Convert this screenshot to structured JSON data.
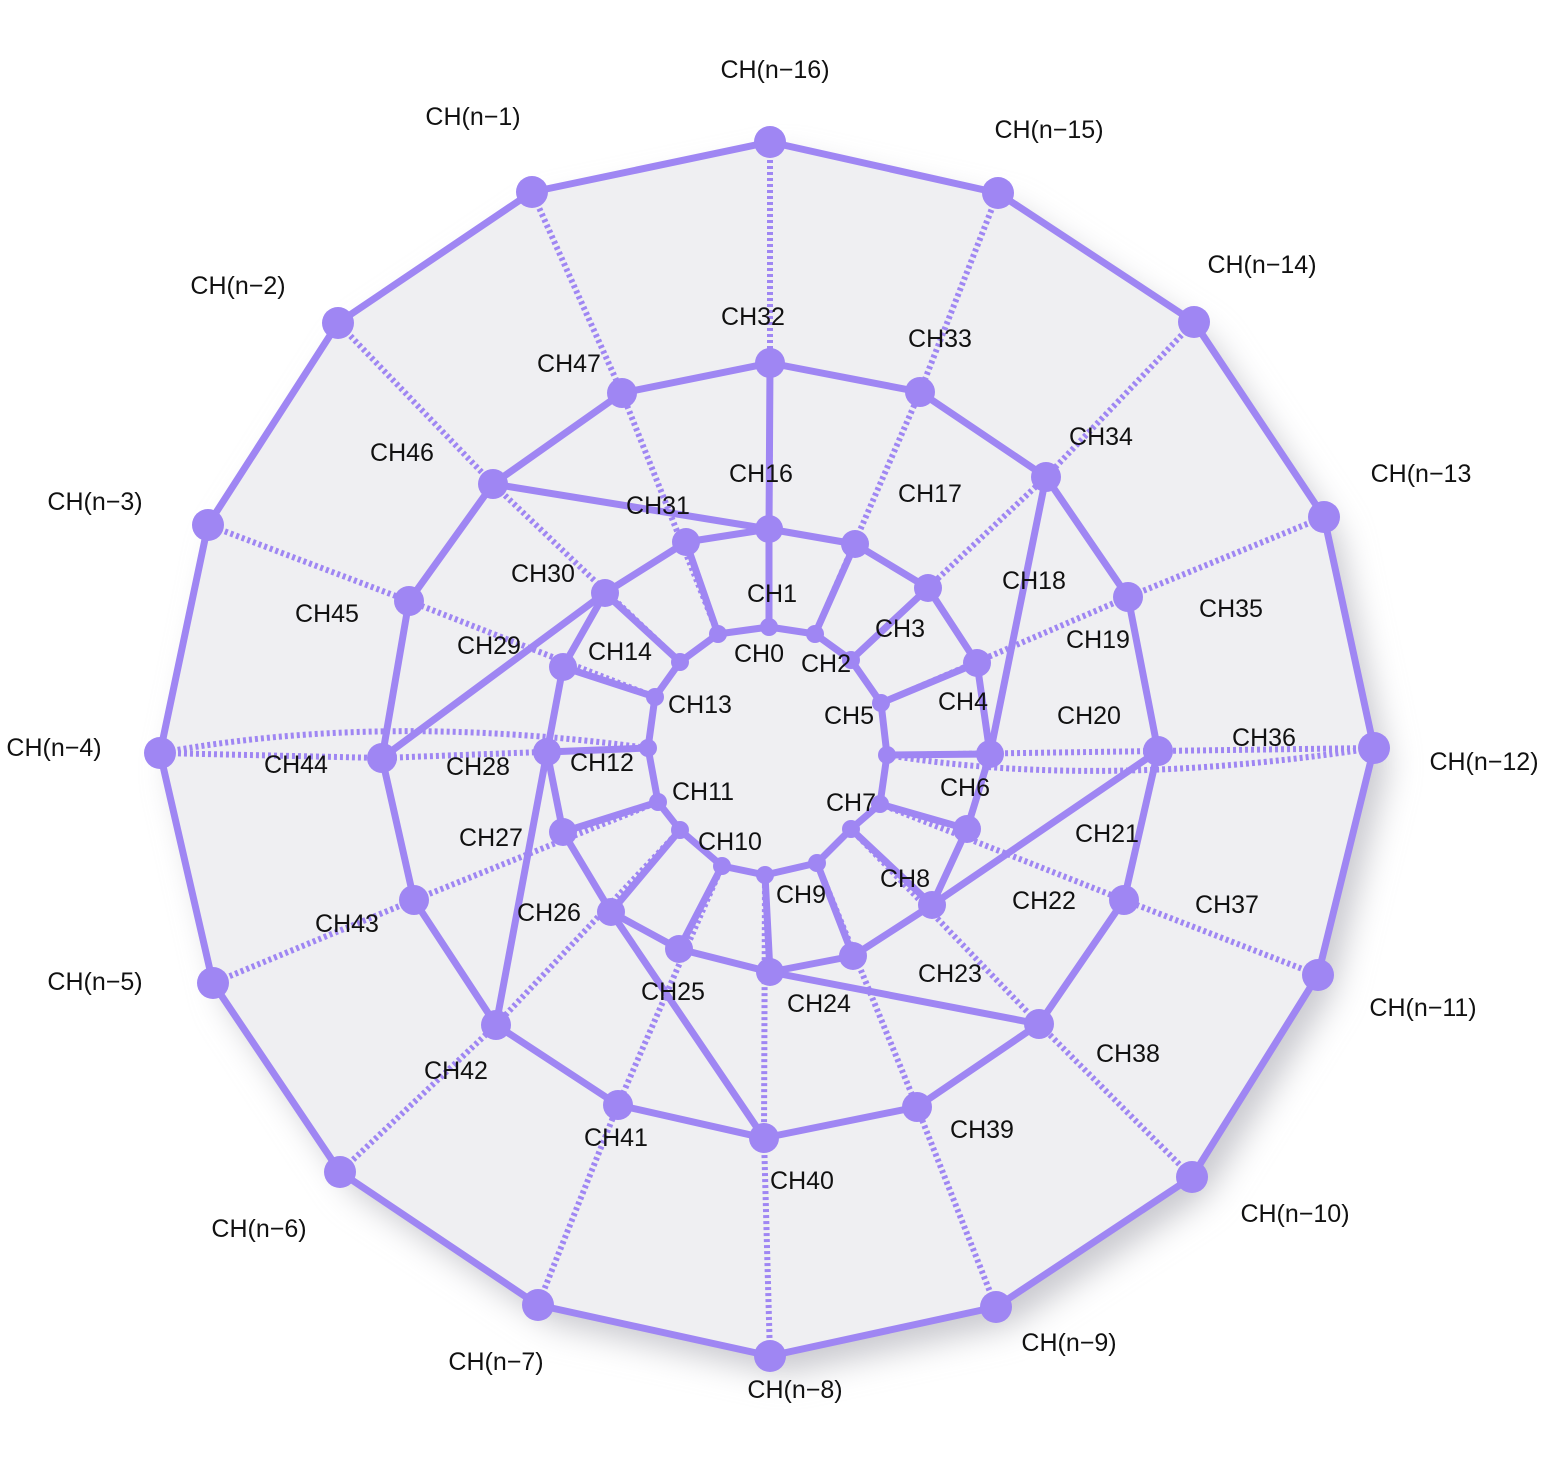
{
  "colors": {
    "accent": "#9f86f3",
    "fill": "#efeff2",
    "shadow": "#c9c9cf",
    "text": "#111111"
  },
  "outer_ring": [
    "CH(n−16)",
    "CH(n−15)",
    "CH(n−14)",
    "CH(n−13",
    "CH(n−12)",
    "CH(n−11)",
    "CH(n−10)",
    "CH(n−9)",
    "CH(n−8)",
    "CH(n−7)",
    "CH(n−6)",
    "CH(n−5)",
    "CH(n−4)",
    "CH(n−3)",
    "CH(n−2)",
    "CH(n−1)"
  ],
  "ring3": [
    "CH32",
    "CH33",
    "CH34",
    "CH35",
    "CH36",
    "CH37",
    "CH38",
    "CH39",
    "CH40",
    "CH41",
    "CH42",
    "CH43",
    "CH44",
    "CH45",
    "CH46",
    "CH47"
  ],
  "ring2": [
    "CH16",
    "CH17",
    "CH18",
    "CH19",
    "CH20",
    "CH21",
    "CH22",
    "CH23",
    "CH24",
    "CH25",
    "CH26",
    "CH27",
    "CH28",
    "CH29",
    "CH30",
    "CH31"
  ],
  "ring1": [
    "CH0",
    "CH1",
    "CH2",
    "CH3",
    "CH4",
    "CH5",
    "CH6",
    "CH7",
    "CH8",
    "CH9",
    "CH10",
    "CH11",
    "CH12",
    "CH13",
    "CH14"
  ]
}
